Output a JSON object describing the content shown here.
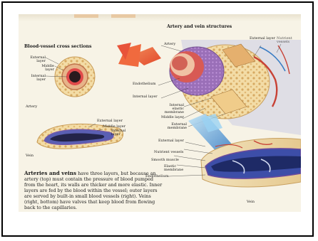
{
  "page": {
    "title": "Artery and vein structures",
    "cross_sections_heading": "Blood-vessel cross sections",
    "labels": {
      "external_layer": "External layer",
      "middle_layer": "Middle layer",
      "internal_layer": "Internal layer",
      "artery_small": "Artery",
      "vein_small": "Vein",
      "artery_3d": "Artery",
      "nutrient_vessels": "Nutrient vessels",
      "endothelium": "Endothelium",
      "internal_layer_3d": "Internal layer",
      "internal_elastic_membrane": "Internal elastic membrane",
      "middle_layer_3d": "Middle layer",
      "external_membrane": "External membrane",
      "external_layer_3d": "External layer",
      "external_layer_vein": "External layer",
      "nutrient_vessels_vein": "Nutrient vessels",
      "smooth_muscle": "Smooth muscle",
      "elastic_membrane": "Elastic membrane",
      "endothelium_vein": "Endothelium",
      "vein_3d": "Vein"
    },
    "body": {
      "lead": "Arteries and veins",
      "text": " have three layers, but because an artery (top) must contain the pressure of blood pumped from the heart, its walls are thicker and more elastic. Inner layers are fed by the blood within the vessel; outer layers are served by built-in small blood vessels (right). Veins (right, bottom) have valves that keep blood from flowing back to the capillaries."
    }
  }
}
